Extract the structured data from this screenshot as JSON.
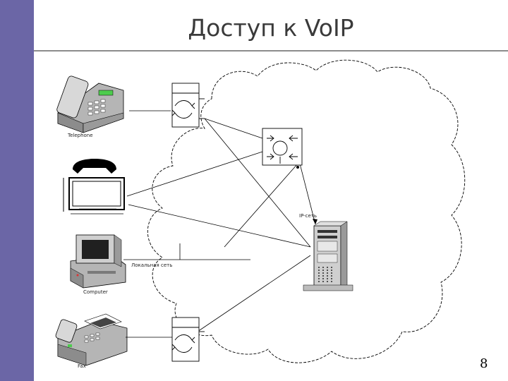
{
  "slide": {
    "title": "Доступ к VoIP",
    "page_number": "8"
  },
  "diagram": {
    "labels": {
      "telephone": "Telephone",
      "ip_network": "IP-сеть",
      "local_network": "Локальная сеть",
      "computer": "Computer",
      "fax": "Fax"
    }
  },
  "colors": {
    "sidebar": "#6b66a6",
    "rule": "#8c8c8c",
    "screen_green": "#4dcc4d"
  }
}
